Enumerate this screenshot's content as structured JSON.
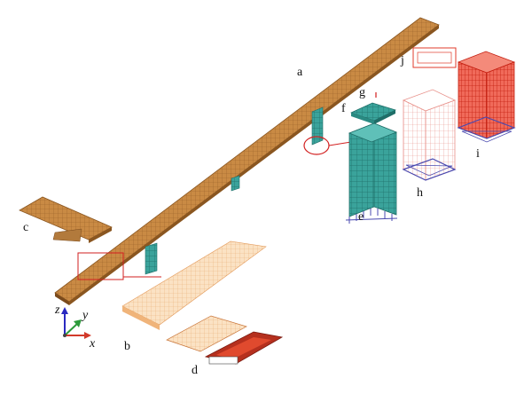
{
  "labels": {
    "a": "a",
    "b": "b",
    "c": "c",
    "d": "d",
    "e": "e",
    "f": "f",
    "g": "g",
    "h": "h",
    "i": "i",
    "j": "j"
  },
  "axes": {
    "z": "z",
    "y": "y",
    "x": "x"
  },
  "colors": {
    "deck": "#c9843c",
    "deck_edge": "#8a5620",
    "deck_light": "#f2c48e",
    "pier": "#3aa39b",
    "pier_dark": "#1f6e68",
    "rebar_red": "#e23b2b",
    "rebar_pink": "#f0a8a0",
    "callout": "#d21f1f",
    "support_blue": "#4a4ab0",
    "axis_z": "#2a2ac0",
    "axis_y": "#2c9a3a",
    "axis_x": "#d23a2a"
  }
}
